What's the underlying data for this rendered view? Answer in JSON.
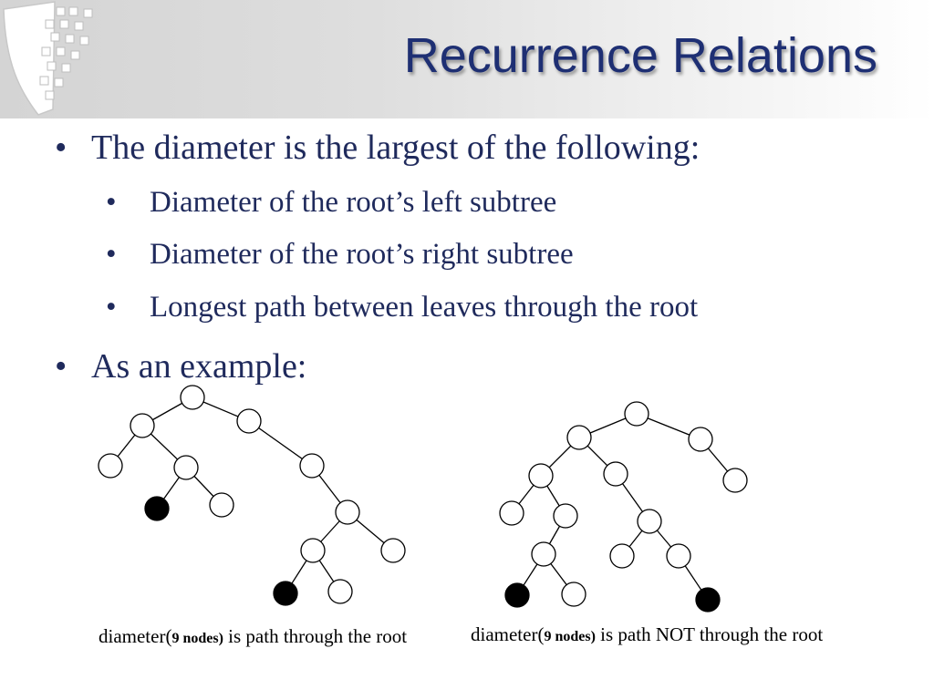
{
  "slide": {
    "title": "Recurrence Relations",
    "bullets": [
      {
        "text": "The diameter is the largest of the following:",
        "sub": [
          "Diameter of the root’s left subtree",
          "Diameter of the root’s right subtree",
          "Longest path between leaves through the root"
        ]
      },
      {
        "text": "As an example:"
      }
    ],
    "bullet_glyph": "•"
  },
  "figures": {
    "left_caption": {
      "prefix": "diameter(",
      "count": "9 nodes)",
      "suffix": "is path through the root"
    },
    "right_caption": {
      "prefix": "diameter(",
      "count": "9 nodes)",
      "suffix": "is path NOT through the root"
    },
    "node_fill": "#ffffff",
    "highlight_fill": "#000000"
  },
  "colors": {
    "title": "#1e2f73",
    "text": "#1f2a5c"
  }
}
